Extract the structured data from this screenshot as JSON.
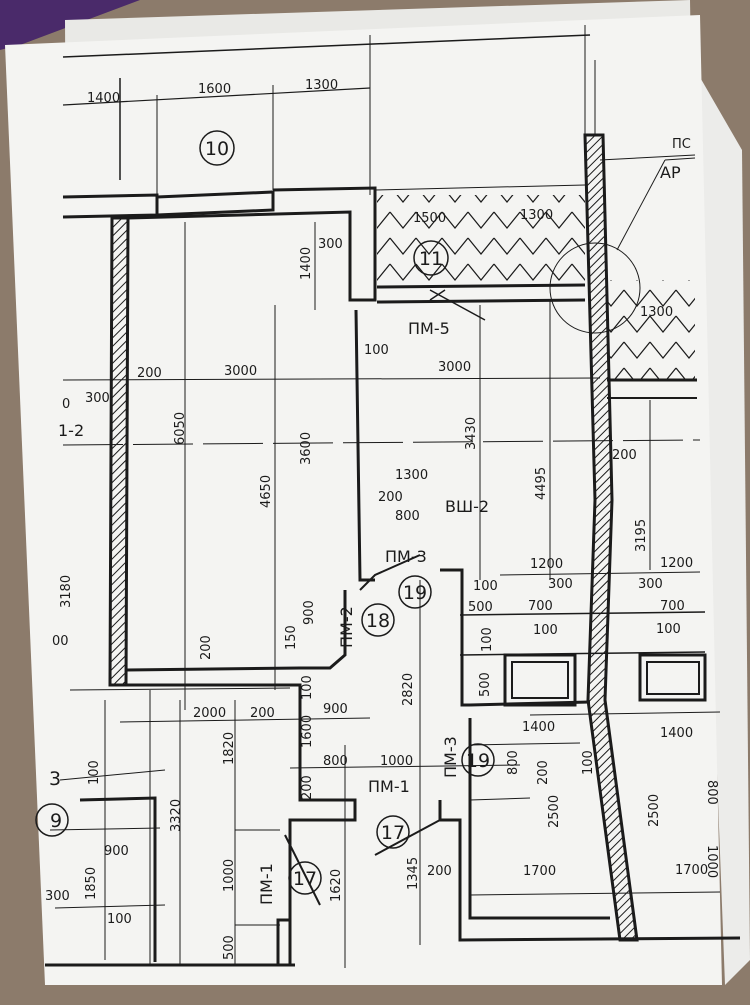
{
  "colors": {
    "paper": "#f4f4f2",
    "ink": "#1b1b1b",
    "background": "#8c7b6b",
    "folder": "#4a2a6a"
  },
  "top_dims": [
    "1400",
    "1600",
    "1300"
  ],
  "room_tags": [
    "10",
    "11",
    "18",
    "19",
    "19",
    "17",
    "17",
    "9",
    "3"
  ],
  "openings": {
    "pm5": "ПМ-5",
    "pm3_top": "ПМ-3",
    "pm2": "ПМ-2",
    "pm3_side": "ПМ-3",
    "pm1_center": "ПМ-1",
    "pm1_left": "ПМ-1",
    "vsh2": "ВШ-2",
    "left_12": "1-2",
    "ar": "АР",
    "ps": "ПС"
  },
  "dims": {
    "d1500": "1500",
    "d1300a": "1300",
    "d300a": "300",
    "d1400v": "1400",
    "d100a": "100",
    "d200a": "200",
    "d3000a": "3000",
    "d3000b": "3000",
    "d300b": "300",
    "d0": "0",
    "d6050": "6050",
    "d3600": "3600",
    "d3430": "3430",
    "d4495": "4495",
    "d4650": "4650",
    "d200b": "200",
    "d1300b": "1300",
    "d200c": "200",
    "d800a": "800",
    "d3195": "3195",
    "d3180": "3180",
    "d1200a": "1200",
    "d1200b": "1200",
    "d100b": "100",
    "d300c": "300",
    "d300d": "300",
    "d500a": "500",
    "d700a": "700",
    "d700b": "700",
    "d100c": "100",
    "d100d": "100",
    "d900a": "900",
    "d150": "150",
    "d00": "00",
    "d200d": "200",
    "d100e": "100",
    "d500b": "500",
    "d2820": "2820",
    "d100f": "100",
    "d2000": "2000",
    "d200e": "200",
    "d900b": "900",
    "d1600": "1600",
    "d1400a": "1400",
    "d1400b": "1400",
    "d1820": "1820",
    "d800b": "800",
    "d1000a": "1000",
    "d100g": "100",
    "d800c": "800",
    "d200f": "200",
    "d100h": "100",
    "d2500a": "2500",
    "d2500b": "2500",
    "d800d": "800",
    "d200g": "200",
    "d3320": "3320",
    "d900c": "900",
    "d1000b": "1000",
    "d1620": "1620",
    "d1345": "1345",
    "d200h": "200",
    "d1700a": "1700",
    "d1700b": "1700",
    "d1850": "1850",
    "d300e": "300",
    "d100i": "100",
    "d500c": "500",
    "d1000c": "1000",
    "d1300c": "1300"
  }
}
